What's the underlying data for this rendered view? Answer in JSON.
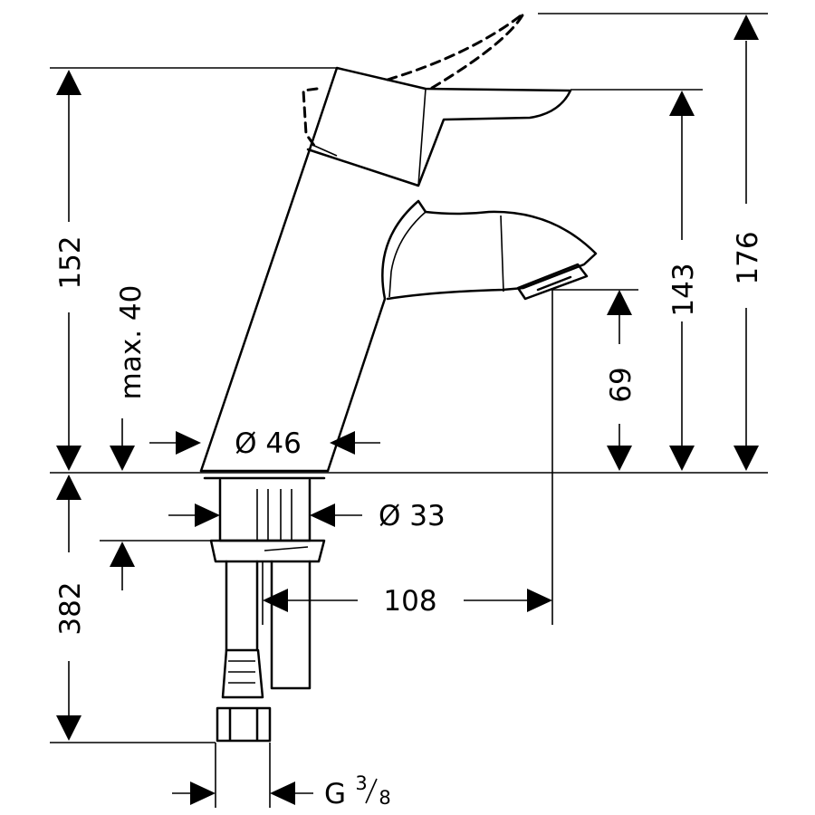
{
  "drawing": {
    "type": "technical-drawing",
    "subject": "basin-mixer-tap"
  },
  "dimensions": {
    "height_total_label": "152",
    "projection_label": "max. 40",
    "body_diameter_label": "Ø 46",
    "shank_diameter_label": "Ø 33",
    "below_counter_label": "382",
    "reach_label": "108",
    "spout_height_label": "69",
    "handle_height_label": "143",
    "handle_raised_label": "176",
    "connection_label": "G",
    "connection_num": "3",
    "connection_den": "8"
  },
  "colors": {
    "line": "#000000",
    "background": "#ffffff"
  }
}
